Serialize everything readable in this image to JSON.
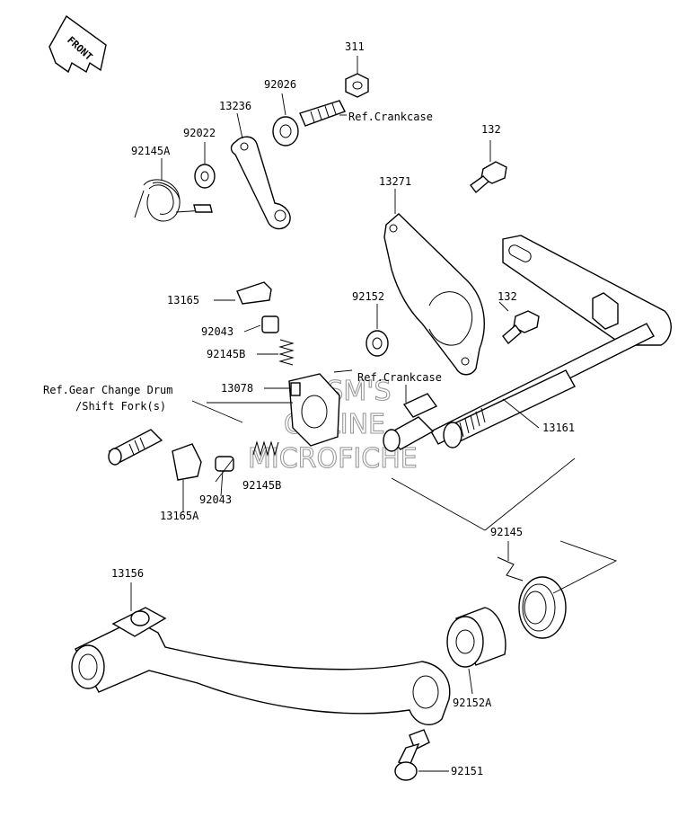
{
  "front_label": "FRONT",
  "watermark": {
    "line1": "HLSM'S",
    "line2": "ONLINE",
    "line3": "MICROFICHE"
  },
  "labels": {
    "p311": "311",
    "p92026": "92026",
    "ref_crankcase_top": "Ref.Crankcase",
    "p13236": "13236",
    "p92022": "92022",
    "p92145A": "92145A",
    "p132_top": "132",
    "p13271": "13271",
    "p13165": "13165",
    "p92152": "92152",
    "p132_mid": "132",
    "p92043_top": "92043",
    "p92145B_top": "92145B",
    "ref_gear_drum_1": "Ref.Gear Change Drum",
    "ref_gear_drum_2": "/Shift Fork(s)",
    "p13078": "13078",
    "ref_crankcase_mid": "Ref.Crankcase",
    "p13161": "13161",
    "p92145B_bot": "92145B",
    "p92043_bot": "92043",
    "p13165A": "13165A",
    "p92145": "92145",
    "p13156": "13156",
    "p92152A": "92152A",
    "p92151": "92151"
  }
}
